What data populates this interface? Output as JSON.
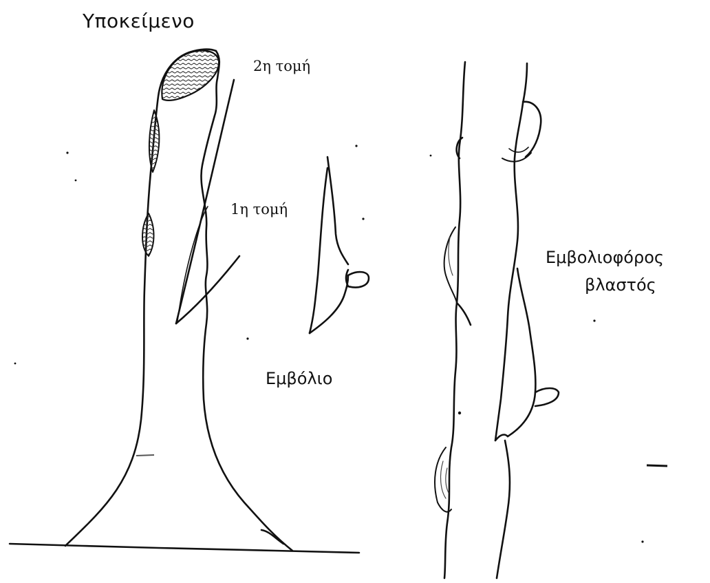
{
  "labels": {
    "rootstock": "Υποκείμενο",
    "second_cut": "2η τομή",
    "first_cut": "1η τομή",
    "bud_chip": "Εμβόλιο",
    "budstick_line1": "Εμβολιοφόρος",
    "budstick_line2": "βλαστός"
  },
  "colors": {
    "ink": "#111111",
    "paper": "#ffffff",
    "hatch": "#333333"
  }
}
